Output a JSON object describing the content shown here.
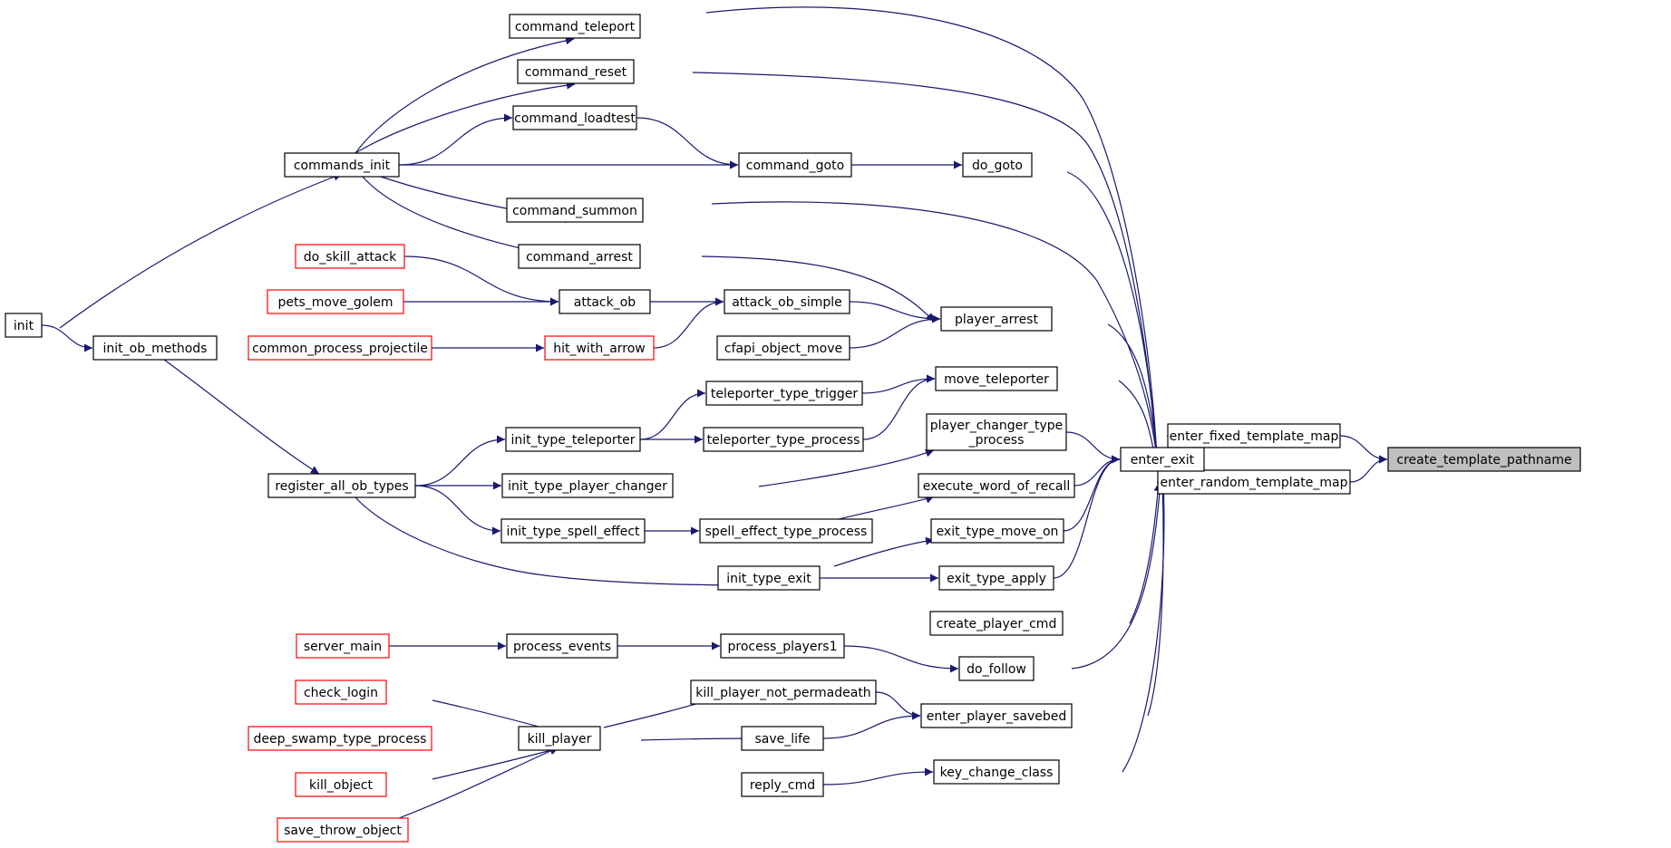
{
  "diagram": {
    "nodes": [
      {
        "id": "create_template_pathname",
        "label": "create_template_pathname",
        "style": "target"
      },
      {
        "id": "enter_fixed_template_map",
        "label": "enter_fixed_template_map",
        "style": "normal"
      },
      {
        "id": "enter_random_template_map",
        "label": "enter_random_template_map",
        "style": "normal"
      },
      {
        "id": "enter_exit",
        "label": "enter_exit",
        "style": "normal"
      },
      {
        "id": "command_teleport",
        "label": "command_teleport",
        "style": "normal"
      },
      {
        "id": "command_reset",
        "label": "command_reset",
        "style": "normal"
      },
      {
        "id": "command_loadtest",
        "label": "command_loadtest",
        "style": "normal"
      },
      {
        "id": "command_goto",
        "label": "command_goto",
        "style": "normal"
      },
      {
        "id": "do_goto",
        "label": "do_goto",
        "style": "normal"
      },
      {
        "id": "commands_init",
        "label": "commands_init",
        "style": "normal"
      },
      {
        "id": "command_summon",
        "label": "command_summon",
        "style": "normal"
      },
      {
        "id": "command_arrest",
        "label": "command_arrest",
        "style": "normal"
      },
      {
        "id": "do_skill_attack",
        "label": "do_skill_attack",
        "style": "red"
      },
      {
        "id": "pets_move_golem",
        "label": "pets_move_golem",
        "style": "red"
      },
      {
        "id": "attack_ob",
        "label": "attack_ob",
        "style": "normal"
      },
      {
        "id": "attack_ob_simple",
        "label": "attack_ob_simple",
        "style": "normal"
      },
      {
        "id": "player_arrest",
        "label": "player_arrest",
        "style": "normal"
      },
      {
        "id": "init",
        "label": "init",
        "style": "normal"
      },
      {
        "id": "init_ob_methods",
        "label": "init_ob_methods",
        "style": "normal"
      },
      {
        "id": "common_process_projectile",
        "label": "common_process_projectile",
        "style": "red"
      },
      {
        "id": "hit_with_arrow",
        "label": "hit_with_arrow",
        "style": "red"
      },
      {
        "id": "cfapi_object_move",
        "label": "cfapi_object_move",
        "style": "normal"
      },
      {
        "id": "move_teleporter",
        "label": "move_teleporter",
        "style": "normal"
      },
      {
        "id": "teleporter_type_trigger",
        "label": "teleporter_type_trigger",
        "style": "normal"
      },
      {
        "id": "player_changer_type_process",
        "label": "player_changer_type\n_process",
        "style": "normal"
      },
      {
        "id": "init_type_teleporter",
        "label": "init_type_teleporter",
        "style": "normal"
      },
      {
        "id": "teleporter_type_process",
        "label": "teleporter_type_process",
        "style": "normal"
      },
      {
        "id": "register_all_ob_types",
        "label": "register_all_ob_types",
        "style": "normal"
      },
      {
        "id": "init_type_player_changer",
        "label": "init_type_player_changer",
        "style": "normal"
      },
      {
        "id": "execute_word_of_recall",
        "label": "execute_word_of_recall",
        "style": "normal"
      },
      {
        "id": "init_type_spell_effect",
        "label": "init_type_spell_effect",
        "style": "normal"
      },
      {
        "id": "spell_effect_type_process",
        "label": "spell_effect_type_process",
        "style": "normal"
      },
      {
        "id": "exit_type_move_on",
        "label": "exit_type_move_on",
        "style": "normal"
      },
      {
        "id": "init_type_exit",
        "label": "init_type_exit",
        "style": "normal"
      },
      {
        "id": "exit_type_apply",
        "label": "exit_type_apply",
        "style": "normal"
      },
      {
        "id": "create_player_cmd",
        "label": "create_player_cmd",
        "style": "normal"
      },
      {
        "id": "server_main",
        "label": "server_main",
        "style": "red"
      },
      {
        "id": "process_events",
        "label": "process_events",
        "style": "normal"
      },
      {
        "id": "process_players1",
        "label": "process_players1",
        "style": "normal"
      },
      {
        "id": "do_follow",
        "label": "do_follow",
        "style": "normal"
      },
      {
        "id": "check_login",
        "label": "check_login",
        "style": "red"
      },
      {
        "id": "kill_player_not_permadeath",
        "label": "kill_player_not_permadeath",
        "style": "normal"
      },
      {
        "id": "enter_player_savebed",
        "label": "enter_player_savebed",
        "style": "normal"
      },
      {
        "id": "deep_swamp_type_process",
        "label": "deep_swamp_type_process",
        "style": "red"
      },
      {
        "id": "kill_player",
        "label": "kill_player",
        "style": "normal"
      },
      {
        "id": "save_life",
        "label": "save_life",
        "style": "normal"
      },
      {
        "id": "kill_object",
        "label": "kill_object",
        "style": "red"
      },
      {
        "id": "key_change_class",
        "label": "key_change_class",
        "style": "normal"
      },
      {
        "id": "reply_cmd",
        "label": "reply_cmd",
        "style": "normal"
      },
      {
        "id": "save_throw_object",
        "label": "save_throw_object",
        "style": "red"
      }
    ],
    "edges": [
      {
        "from": "enter_fixed_template_map",
        "to": "create_template_pathname"
      },
      {
        "from": "enter_random_template_map",
        "to": "create_template_pathname"
      },
      {
        "from": "enter_exit",
        "to": "enter_fixed_template_map"
      },
      {
        "from": "enter_exit",
        "to": "enter_random_template_map"
      },
      {
        "from": "command_teleport",
        "to": "enter_exit"
      },
      {
        "from": "command_reset",
        "to": "enter_exit"
      },
      {
        "from": "do_goto",
        "to": "enter_exit"
      },
      {
        "from": "command_summon",
        "to": "enter_exit"
      },
      {
        "from": "player_arrest",
        "to": "enter_exit"
      },
      {
        "from": "move_teleporter",
        "to": "enter_exit"
      },
      {
        "from": "player_changer_type_process",
        "to": "enter_exit"
      },
      {
        "from": "execute_word_of_recall",
        "to": "enter_exit"
      },
      {
        "from": "exit_type_move_on",
        "to": "enter_exit"
      },
      {
        "from": "exit_type_apply",
        "to": "enter_exit"
      },
      {
        "from": "create_player_cmd",
        "to": "enter_exit"
      },
      {
        "from": "do_follow",
        "to": "enter_exit"
      },
      {
        "from": "enter_player_savebed",
        "to": "enter_exit"
      },
      {
        "from": "key_change_class",
        "to": "enter_exit"
      },
      {
        "from": "commands_init",
        "to": "command_teleport"
      },
      {
        "from": "commands_init",
        "to": "command_reset"
      },
      {
        "from": "commands_init",
        "to": "command_loadtest"
      },
      {
        "from": "commands_init",
        "to": "command_goto"
      },
      {
        "from": "commands_init",
        "to": "command_summon"
      },
      {
        "from": "commands_init",
        "to": "command_arrest"
      },
      {
        "from": "command_loadtest",
        "to": "command_goto"
      },
      {
        "from": "command_goto",
        "to": "do_goto"
      },
      {
        "from": "init",
        "to": "commands_init"
      },
      {
        "from": "init",
        "to": "init_ob_methods"
      },
      {
        "from": "command_arrest",
        "to": "player_arrest"
      },
      {
        "from": "attack_ob_simple",
        "to": "player_arrest"
      },
      {
        "from": "cfapi_object_move",
        "to": "player_arrest"
      },
      {
        "from": "do_skill_attack",
        "to": "attack_ob"
      },
      {
        "from": "pets_move_golem",
        "to": "attack_ob"
      },
      {
        "from": "attack_ob",
        "to": "attack_ob_simple"
      },
      {
        "from": "hit_with_arrow",
        "to": "attack_ob_simple"
      },
      {
        "from": "common_process_projectile",
        "to": "hit_with_arrow"
      },
      {
        "from": "init_ob_methods",
        "to": "register_all_ob_types"
      },
      {
        "from": "teleporter_type_trigger",
        "to": "move_teleporter"
      },
      {
        "from": "teleporter_type_process",
        "to": "move_teleporter"
      },
      {
        "from": "init_type_teleporter",
        "to": "teleporter_type_trigger"
      },
      {
        "from": "init_type_teleporter",
        "to": "teleporter_type_process"
      },
      {
        "from": "register_all_ob_types",
        "to": "init_type_teleporter"
      },
      {
        "from": "register_all_ob_types",
        "to": "init_type_player_changer"
      },
      {
        "from": "register_all_ob_types",
        "to": "init_type_spell_effect"
      },
      {
        "from": "register_all_ob_types",
        "to": "init_type_exit"
      },
      {
        "from": "init_type_player_changer",
        "to": "player_changer_type_process"
      },
      {
        "from": "spell_effect_type_process",
        "to": "execute_word_of_recall"
      },
      {
        "from": "init_type_spell_effect",
        "to": "spell_effect_type_process"
      },
      {
        "from": "init_type_exit",
        "to": "exit_type_move_on"
      },
      {
        "from": "init_type_exit",
        "to": "exit_type_apply"
      },
      {
        "from": "server_main",
        "to": "process_events"
      },
      {
        "from": "process_events",
        "to": "process_players1"
      },
      {
        "from": "process_players1",
        "to": "do_follow"
      },
      {
        "from": "kill_player_not_permadeath",
        "to": "enter_player_savebed"
      },
      {
        "from": "save_life",
        "to": "enter_player_savebed"
      },
      {
        "from": "kill_player",
        "to": "kill_player_not_permadeath"
      },
      {
        "from": "kill_player",
        "to": "save_life"
      },
      {
        "from": "check_login",
        "to": "kill_player"
      },
      {
        "from": "deep_swamp_type_process",
        "to": "kill_player"
      },
      {
        "from": "kill_object",
        "to": "kill_player"
      },
      {
        "from": "save_throw_object",
        "to": "kill_player"
      },
      {
        "from": "reply_cmd",
        "to": "key_change_class"
      }
    ]
  },
  "colors": {
    "edge": "#191970",
    "box_stroke": "#000000",
    "box_stroke_red": "#ff0000",
    "target_fill": "#bfbfbf",
    "background": "#ffffff"
  }
}
